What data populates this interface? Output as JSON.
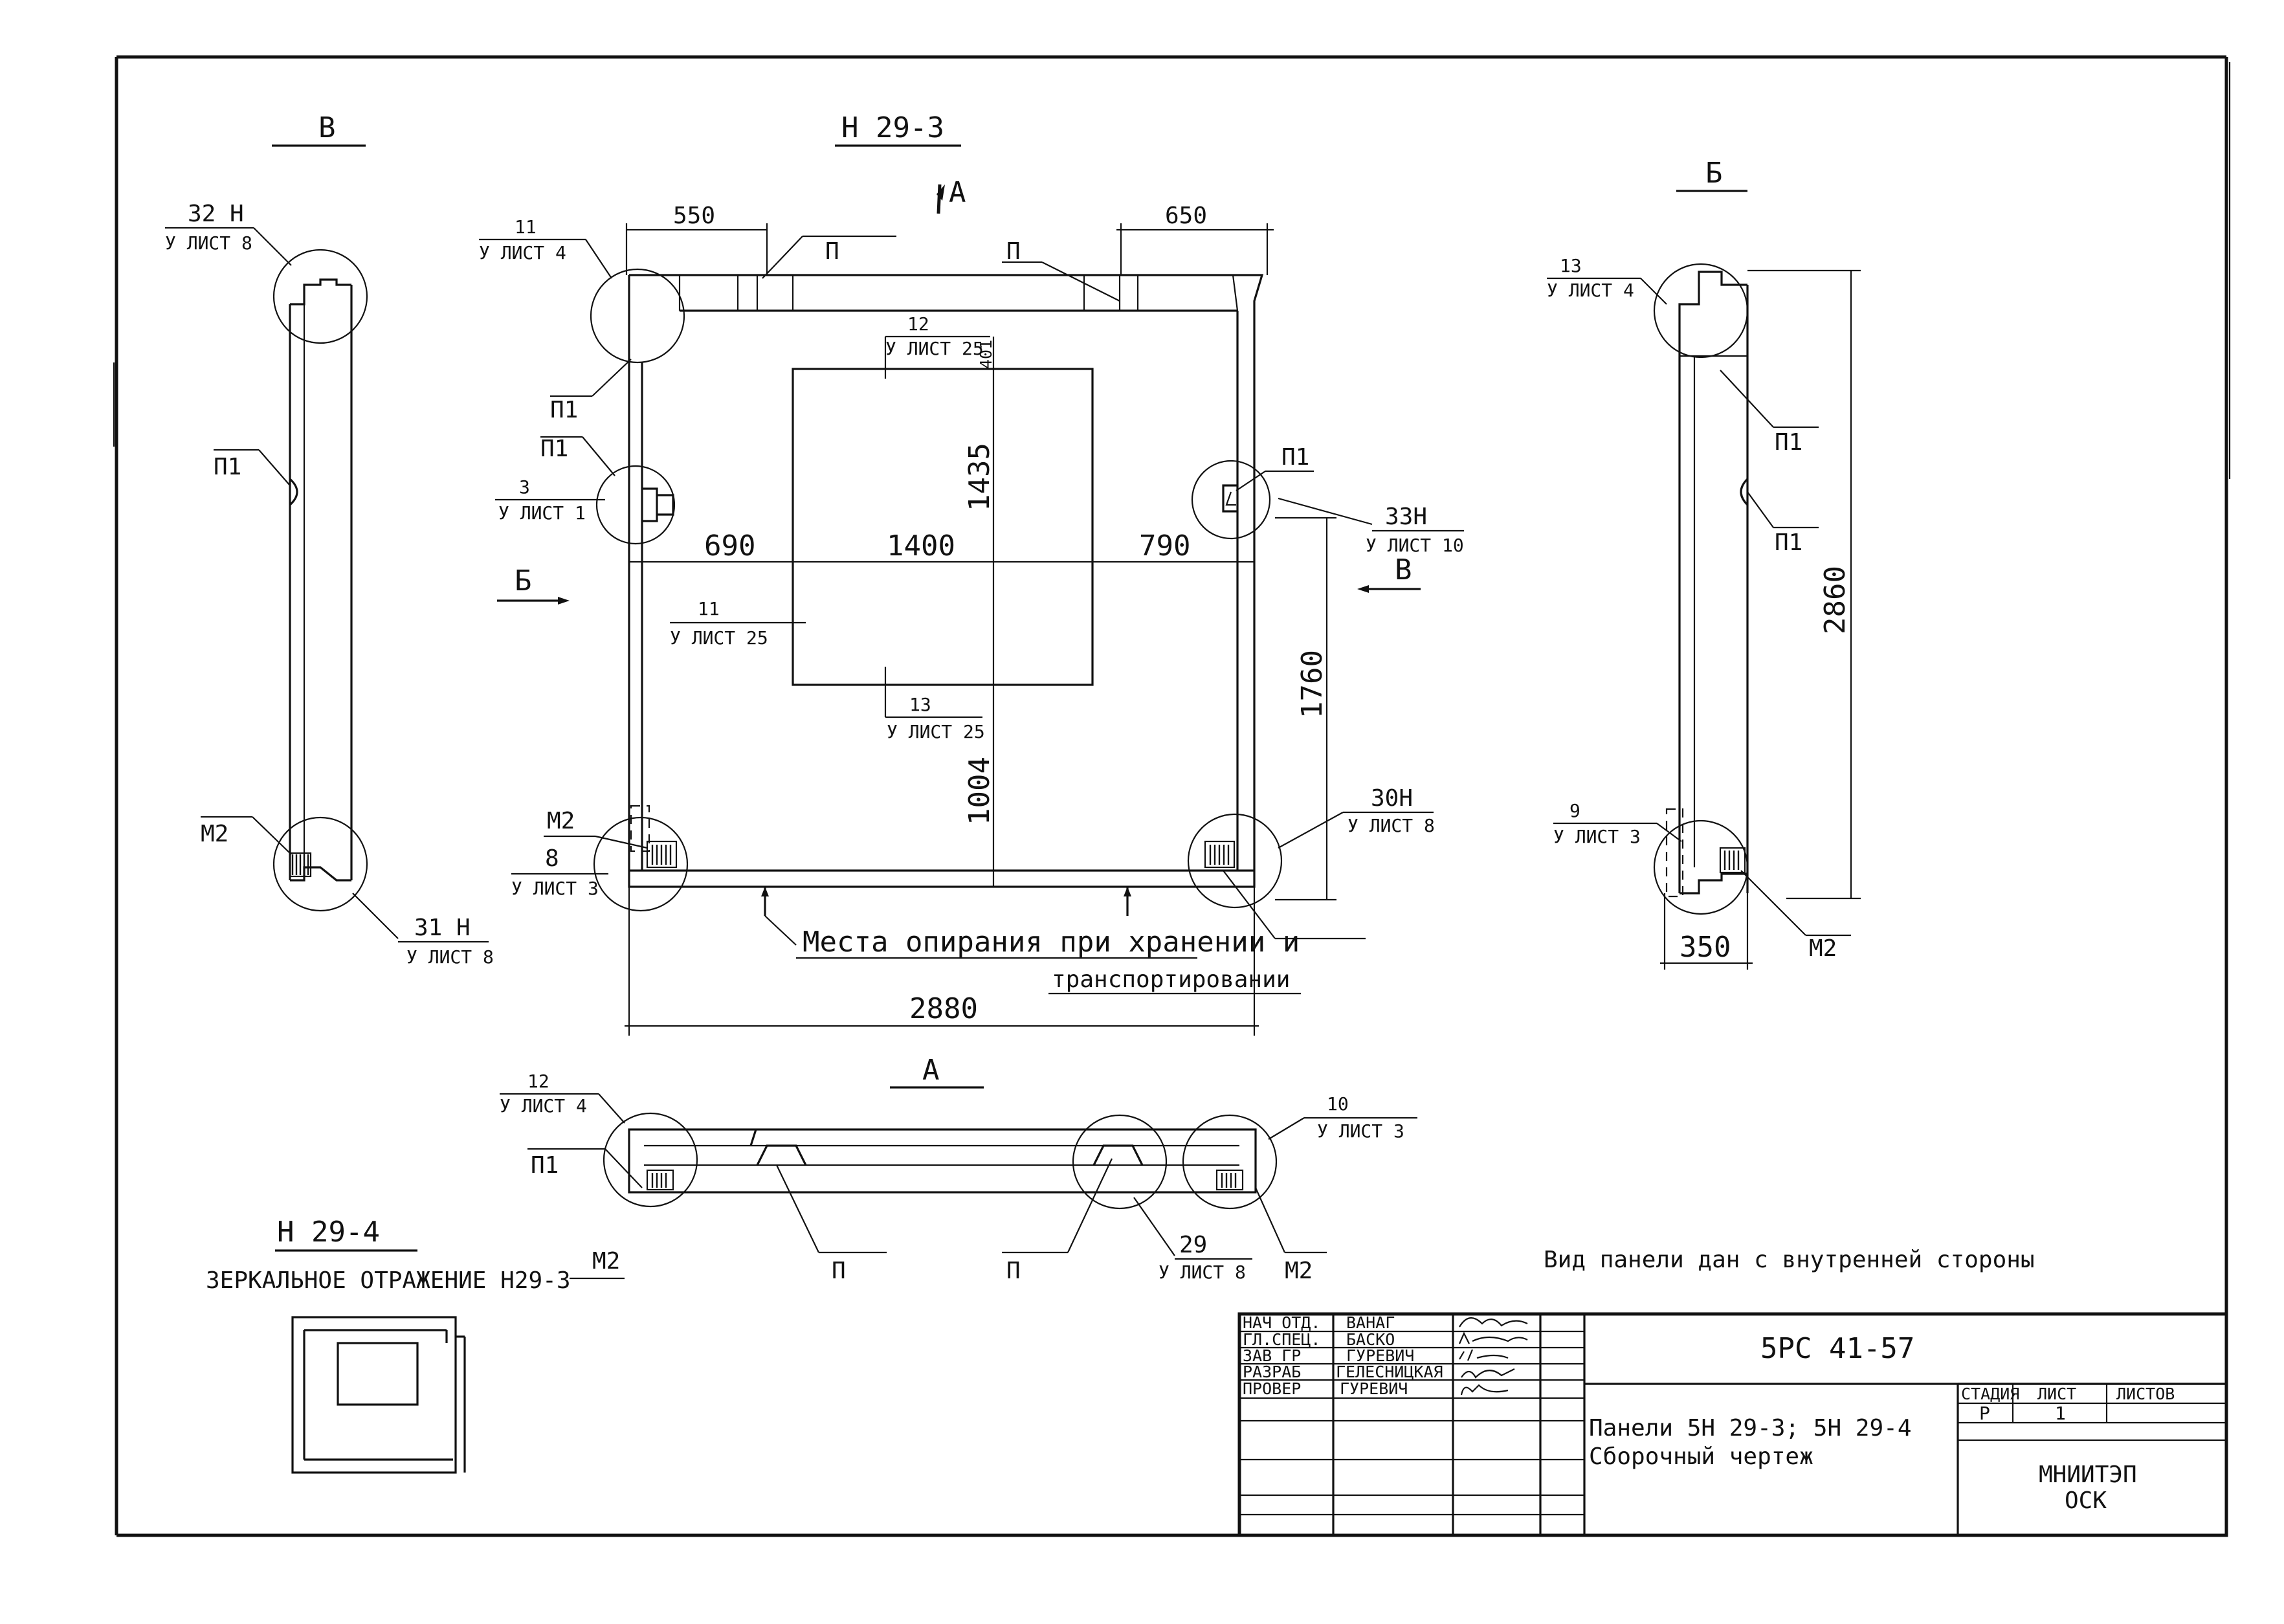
{
  "colors": {
    "ink": "#111111",
    "paper": "#ffffff"
  },
  "views": {
    "main_title": "Н 29-3",
    "view_a": "А",
    "view_b": "Б",
    "view_v": "В",
    "arrow_a": "А",
    "arrow_b": "Б",
    "arrow_v": "В",
    "mirror_title": "Н 29-4",
    "mirror_caption": "ЗЕРКАЛЬНОЕ ОТРАЖЕНИЕ Н29-3"
  },
  "dimensions": {
    "d550": "550",
    "d650": "650",
    "d690": "690",
    "d1400": "1400",
    "d790": "790",
    "d1435": "1435",
    "d401": "401",
    "d1760": "1760",
    "d1004": "1004",
    "d2880": "2880",
    "d2860": "2860",
    "d350": "350"
  },
  "labels": {
    "p": "П",
    "p1": "П1",
    "m2": "М2"
  },
  "callouts": {
    "c32": {
      "num": "32 Н",
      "sheet": "У ЛИСТ 8"
    },
    "c31": {
      "num": "31 Н",
      "sheet": "У ЛИСТ 8"
    },
    "c11_top": {
      "num": "11",
      "sheet": "У ЛИСТ 4"
    },
    "c12_top": {
      "num": "12",
      "sheet": "У ЛИСТ 25"
    },
    "c3": {
      "num": "3",
      "sheet": "У ЛИСТ 1"
    },
    "c11_mid": {
      "num": "11",
      "sheet": "У ЛИСТ 25"
    },
    "c13_mid": {
      "num": "13",
      "sheet": "У ЛИСТ 25"
    },
    "c8": {
      "num": "8",
      "sheet": "У ЛИСТ 3"
    },
    "c33": {
      "num": "33Н",
      "sheet": "У ЛИСТ 10"
    },
    "c30": {
      "num": "30Н",
      "sheet": "У ЛИСТ 8"
    },
    "c13_b": {
      "num": "13",
      "sheet": "У ЛИСТ 4"
    },
    "c9_b": {
      "num": "9",
      "sheet": "У ЛИСТ 3"
    },
    "c12_a": {
      "num": "12",
      "sheet": "У ЛИСТ 4"
    },
    "c10_a": {
      "num": "10",
      "sheet": "У ЛИСТ 3"
    },
    "c29_a": {
      "num": "29",
      "sheet": "У ЛИСТ 8"
    }
  },
  "notes": {
    "support_line1": "Места опирания при хранении и",
    "support_line2": "транспортировании",
    "view_note": "Вид панели дан с внутренней стороны"
  },
  "title_block": {
    "roles": [
      "НАЧ ОТД.",
      "ГЛ.СПЕЦ.",
      "ЗАВ ГР",
      "РАЗРАБ",
      "ПРОВЕР"
    ],
    "names": [
      "ВАНАГ",
      "БАСКО",
      "ГУРЕВИЧ",
      "ГЕЛЕСНИЦКАЯ",
      "ГУРЕВИЧ"
    ],
    "code": "5РС 41-57",
    "product_line1": "Панели 5Н 29-3; 5Н 29-4",
    "product_line2": "Сборочный чертеж",
    "stage_header": "СТАДИЯ",
    "sheet_header": "ЛИСТ",
    "sheets_header": "ЛИСТОВ",
    "stage_value": "Р",
    "sheet_value": "1",
    "org_line1": "МНИИТЭП",
    "org_line2": "ОСК"
  }
}
